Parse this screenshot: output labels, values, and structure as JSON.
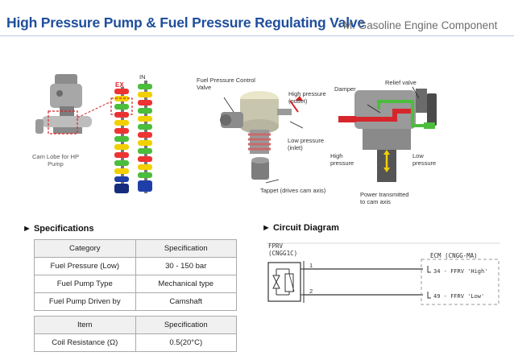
{
  "header": {
    "title": "High Pressure Pump & Fuel Pressure Regulating Valve",
    "subtitle": "M. Gasoline Engine Component"
  },
  "figure1": {
    "cam_lobe_label": "Cam Lobe for HP\nPump",
    "ex_label": "EX",
    "in_label": "IN"
  },
  "figure2": {
    "fpcv_label": "Fuel Pressure Control\nValve",
    "hp_outlet_label": "High pressure\n(outlet)",
    "lp_inlet_label": "Low pressure\n(inlet)",
    "tappet_label": "Tappet (drives cam axis)"
  },
  "figure3": {
    "relief_valve_label": "Relief valve",
    "damper_label": "Damper",
    "high_pressure_label": "High\npressure",
    "low_pressure_label": "Low\npressure",
    "power_label": "Power transmitted\nto cam axis"
  },
  "specifications": {
    "heading": "► Specifications",
    "table1": {
      "headers": [
        "Category",
        "Specification"
      ],
      "rows": [
        [
          "Fuel Pressure (Low)",
          "30 - 150 bar"
        ],
        [
          "Fuel Pump Type",
          "Mechanical type"
        ],
        [
          "Fuel Pump Driven by",
          "Camshaft"
        ]
      ]
    },
    "table2": {
      "headers": [
        "Item",
        "Specification"
      ],
      "rows": [
        [
          "Coil Resistance (Ω)",
          "0.5(20°C)"
        ]
      ]
    }
  },
  "circuit": {
    "heading": "► Circuit Diagram",
    "left_title": "FPRV\n(CNGG1C)",
    "right_title": "ECM (CNGG-MA)",
    "pin1": "1",
    "pin2": "2",
    "ecm_pin1": "34 - FFRV 'High'",
    "ecm_pin2": "49 - FFRV 'Low'"
  },
  "colors": {
    "title": "#1f4e9b",
    "accent_red": "#d7262b",
    "accent_green": "#4bbd3c"
  }
}
